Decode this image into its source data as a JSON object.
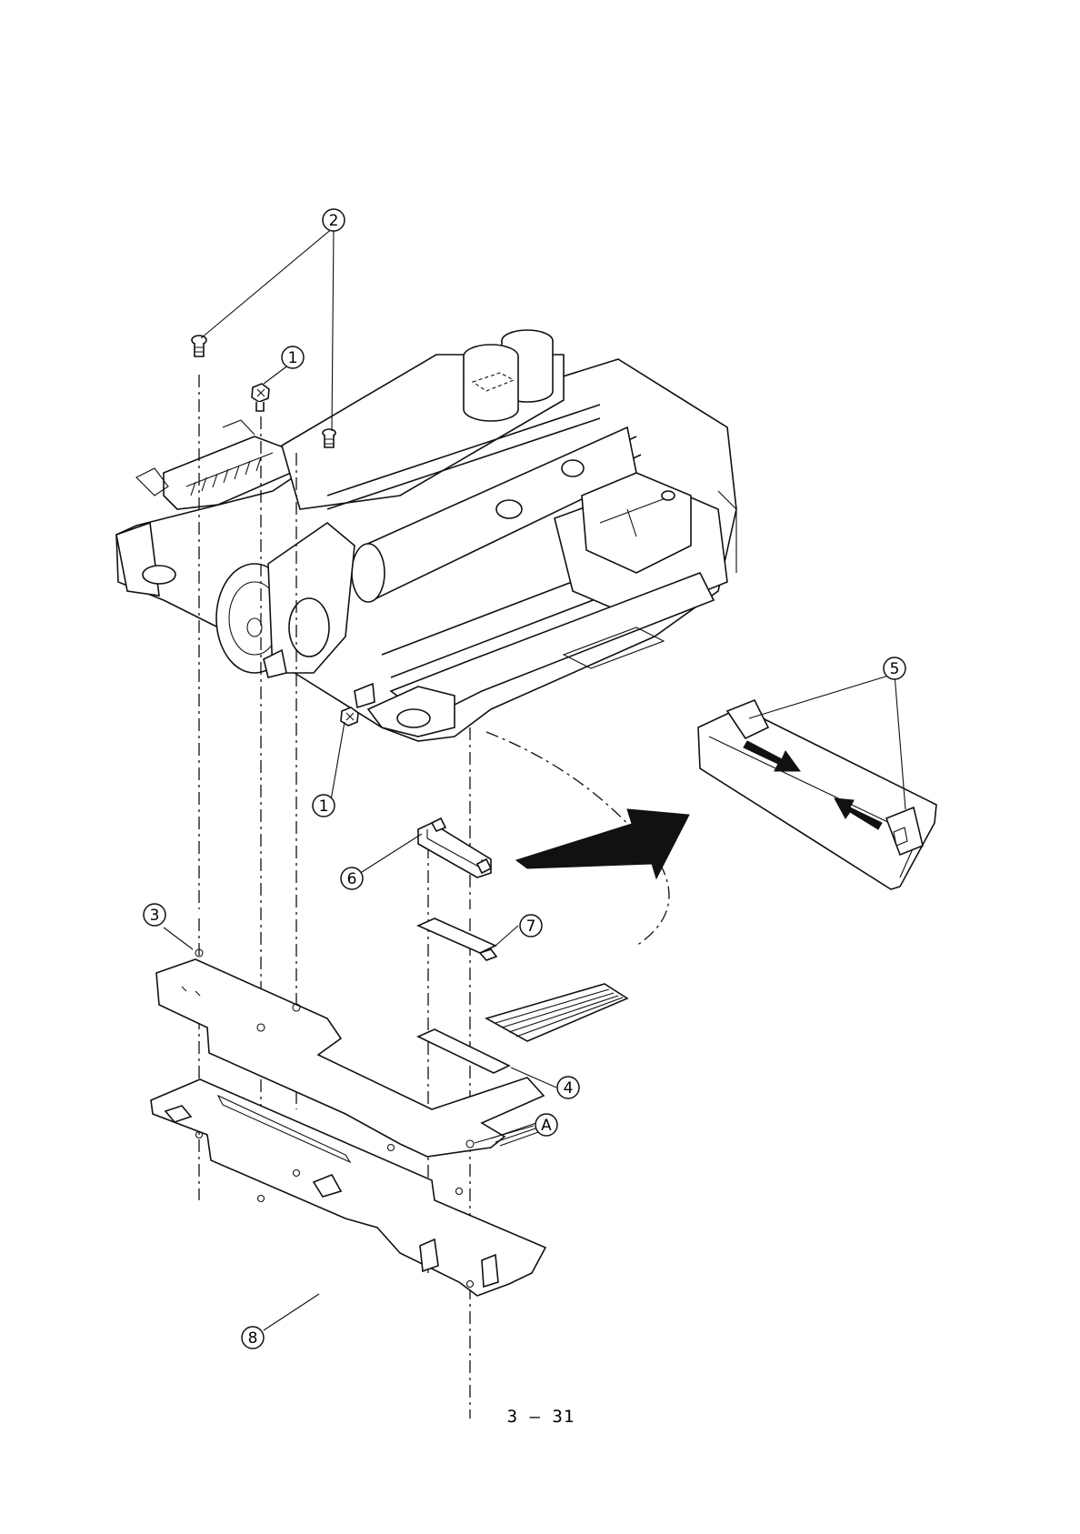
{
  "callouts": {
    "c1": "1",
    "c2": "2",
    "c3": "3",
    "c4": "4",
    "c5": "5",
    "c6": "6",
    "c7": "7",
    "c8": "8",
    "cA": "A"
  },
  "page_number": "3 – 31"
}
